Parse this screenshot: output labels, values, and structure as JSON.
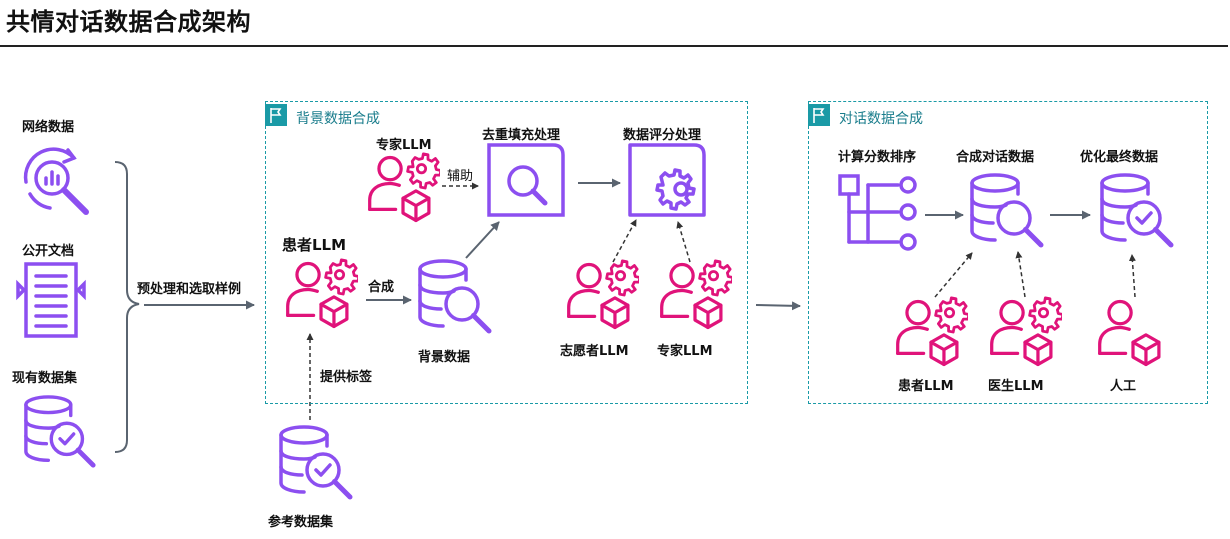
{
  "title": "共情对话数据合成架构",
  "sources": {
    "web": "网络数据",
    "public_docs": "公开文档",
    "existing_datasets": "现有数据集"
  },
  "preprocess_label": "预处理和选取样例",
  "reference_dataset": "参考数据集",
  "provide_labels": "提供标签",
  "background_panel": {
    "title": "背景数据合成",
    "patient_llm": "患者LLM",
    "expert_llm": "专家LLM",
    "assist": "辅助",
    "synthesize": "合成",
    "background_data": "背景数据",
    "dedup_fill": "去重填充处理",
    "scoring": "数据评分处理",
    "volunteer_llm": "志愿者LLM",
    "expert_llm_2": "专家LLM"
  },
  "dialogue_panel": {
    "title": "对话数据合成",
    "score_sort": "计算分数排序",
    "synth_dialogue": "合成对话数据",
    "optimize_final": "优化最终数据",
    "patient_llm": "患者LLM",
    "doctor_llm": "医生LLM",
    "human": "人工"
  },
  "colors": {
    "purple": "#8c4ff0",
    "magenta": "#e0137a",
    "teal": "#1a9aa6",
    "arrow": "#5a6470"
  }
}
